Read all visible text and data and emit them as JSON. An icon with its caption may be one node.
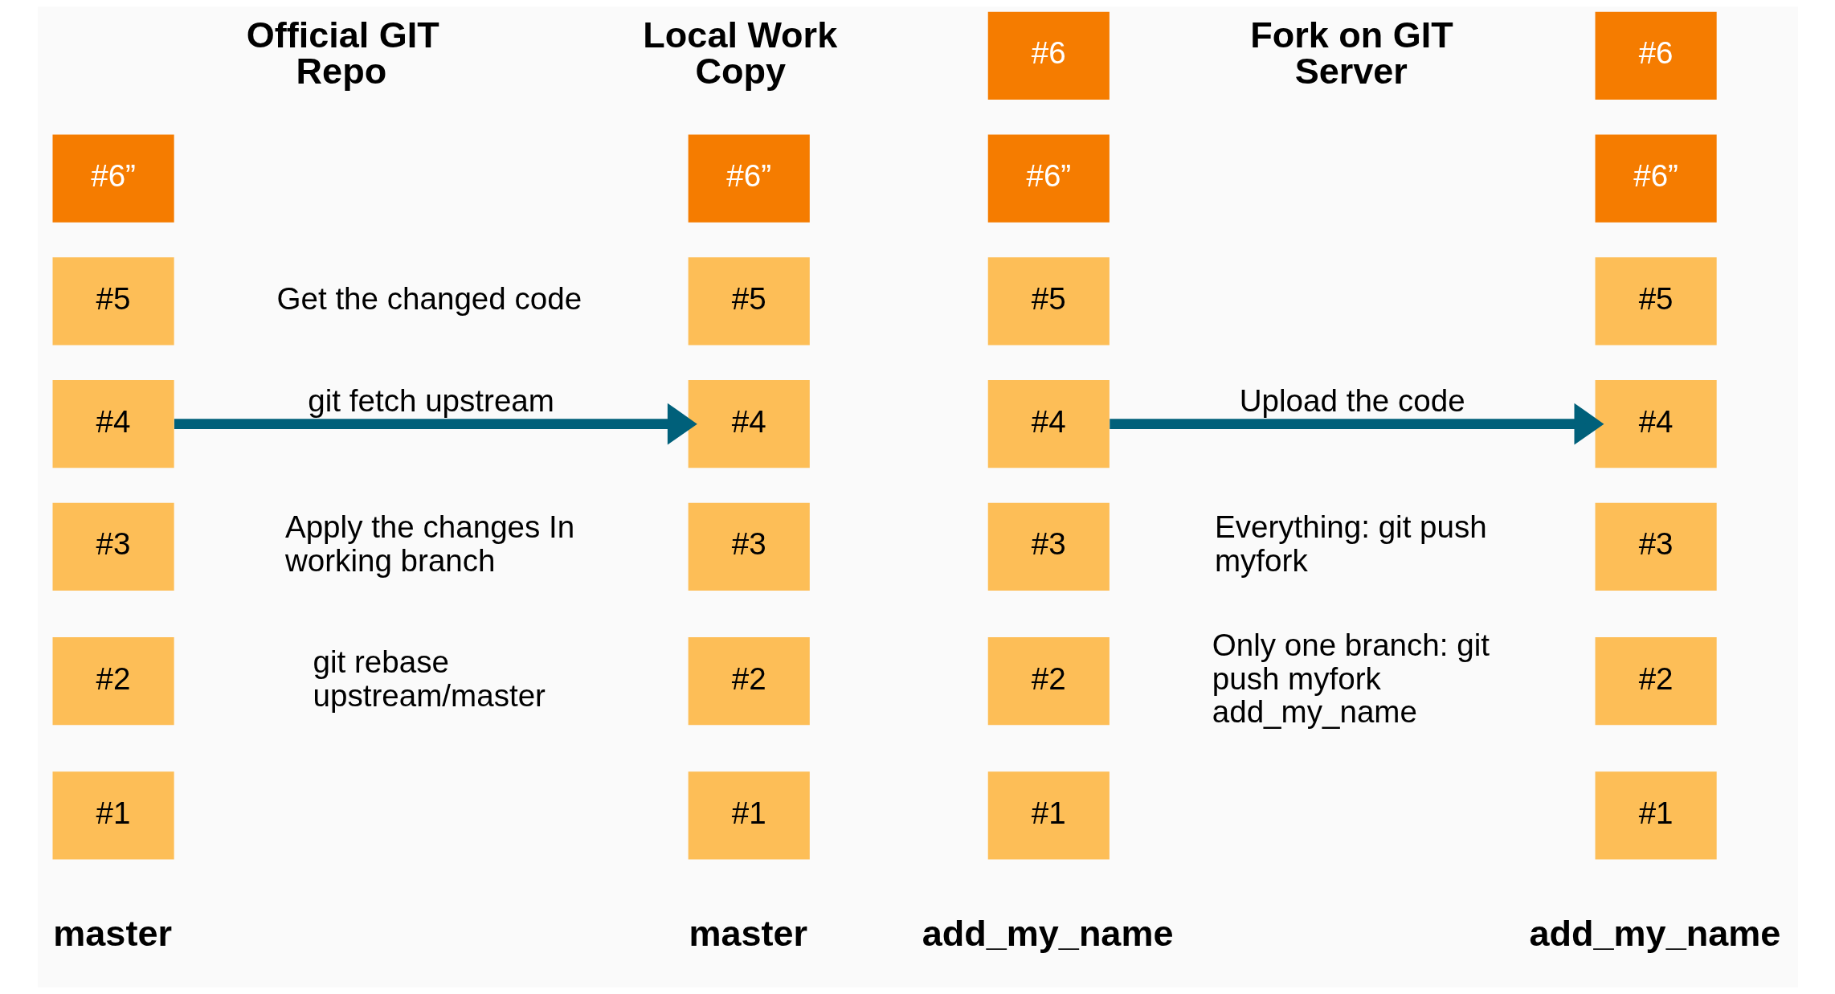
{
  "diagram": {
    "nodes": [
      {
        "text": [
          "#6”"
        ]
      },
      {
        "text": [
          "#5"
        ]
      },
      {
        "text": [
          "#4"
        ]
      },
      {
        "text": [
          "#3"
        ]
      },
      {
        "text": [
          "#2"
        ]
      },
      {
        "text": [
          "#1"
        ]
      },
      {
        "text": [
          "#6”"
        ]
      },
      {
        "text": [
          "#5"
        ]
      },
      {
        "text": [
          "#4"
        ]
      },
      {
        "text": [
          "#3"
        ]
      },
      {
        "text": [
          "#2"
        ]
      },
      {
        "text": [
          "#1"
        ]
      },
      {
        "text": [
          "#6"
        ]
      },
      {
        "text": [
          "#6”"
        ]
      },
      {
        "text": [
          "#5"
        ]
      },
      {
        "text": [
          "#4"
        ]
      },
      {
        "text": [
          "#3"
        ]
      },
      {
        "text": [
          "#2"
        ]
      },
      {
        "text": [
          "#1"
        ]
      },
      {
        "text": [
          "#6"
        ]
      },
      {
        "text": [
          "#6”"
        ]
      },
      {
        "text": [
          "#5"
        ]
      },
      {
        "text": [
          "#4"
        ]
      },
      {
        "text": [
          "#3"
        ]
      },
      {
        "text": [
          "#2"
        ]
      },
      {
        "text": [
          "#1"
        ]
      }
    ],
    "edges": [
      {
        "from": 2,
        "to": 8,
        "arrow": "to",
        "label": "git fetch upstream"
      },
      {
        "from": 15,
        "to": 22,
        "arrow": "to",
        "label": "Upload the code"
      }
    ],
    "labels": [
      "Official GIT Repo",
      "Local Work Copy",
      "Fork on GIT Server",
      "Get the changed code",
      "Apply the changes In working branch",
      "git rebase upstream/master",
      "Everything: git push myfork",
      "Only one branch: git push myfork add_my_name",
      "master",
      "master",
      "add_my_name",
      "add_my_name"
    ]
  }
}
